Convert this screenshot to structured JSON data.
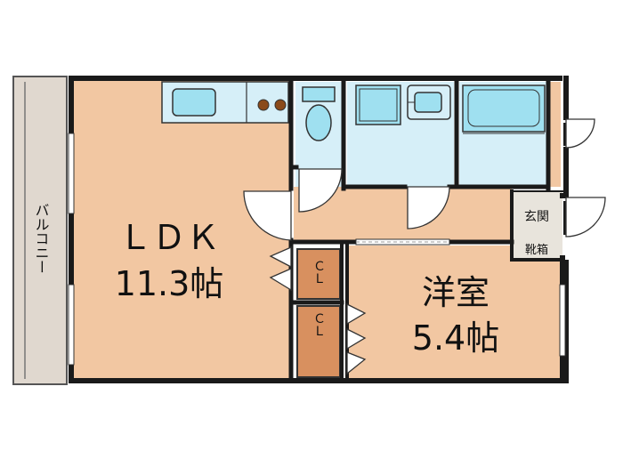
{
  "rooms": {
    "ldk": {
      "name": "ＬＤＫ",
      "size": "11.3帖"
    },
    "western": {
      "name": "洋室",
      "size": "5.4帖"
    },
    "balcony": {
      "name": "バルコニー"
    },
    "closet_upper": {
      "name": "ＣＬ"
    },
    "closet_lower": {
      "name": "ＣＬ"
    },
    "entrance": {
      "name": "玄関"
    },
    "shoe_box": {
      "name": "靴箱"
    }
  },
  "colors": {
    "floor_wood": "#f2c7a2",
    "wet_area": "#d6eff8",
    "fixture": "#9fe0f0",
    "closet": "#d8905f",
    "balcony": "#e0d8cf",
    "wall": "#1a1a1a",
    "stove": "#8a4a1a"
  }
}
